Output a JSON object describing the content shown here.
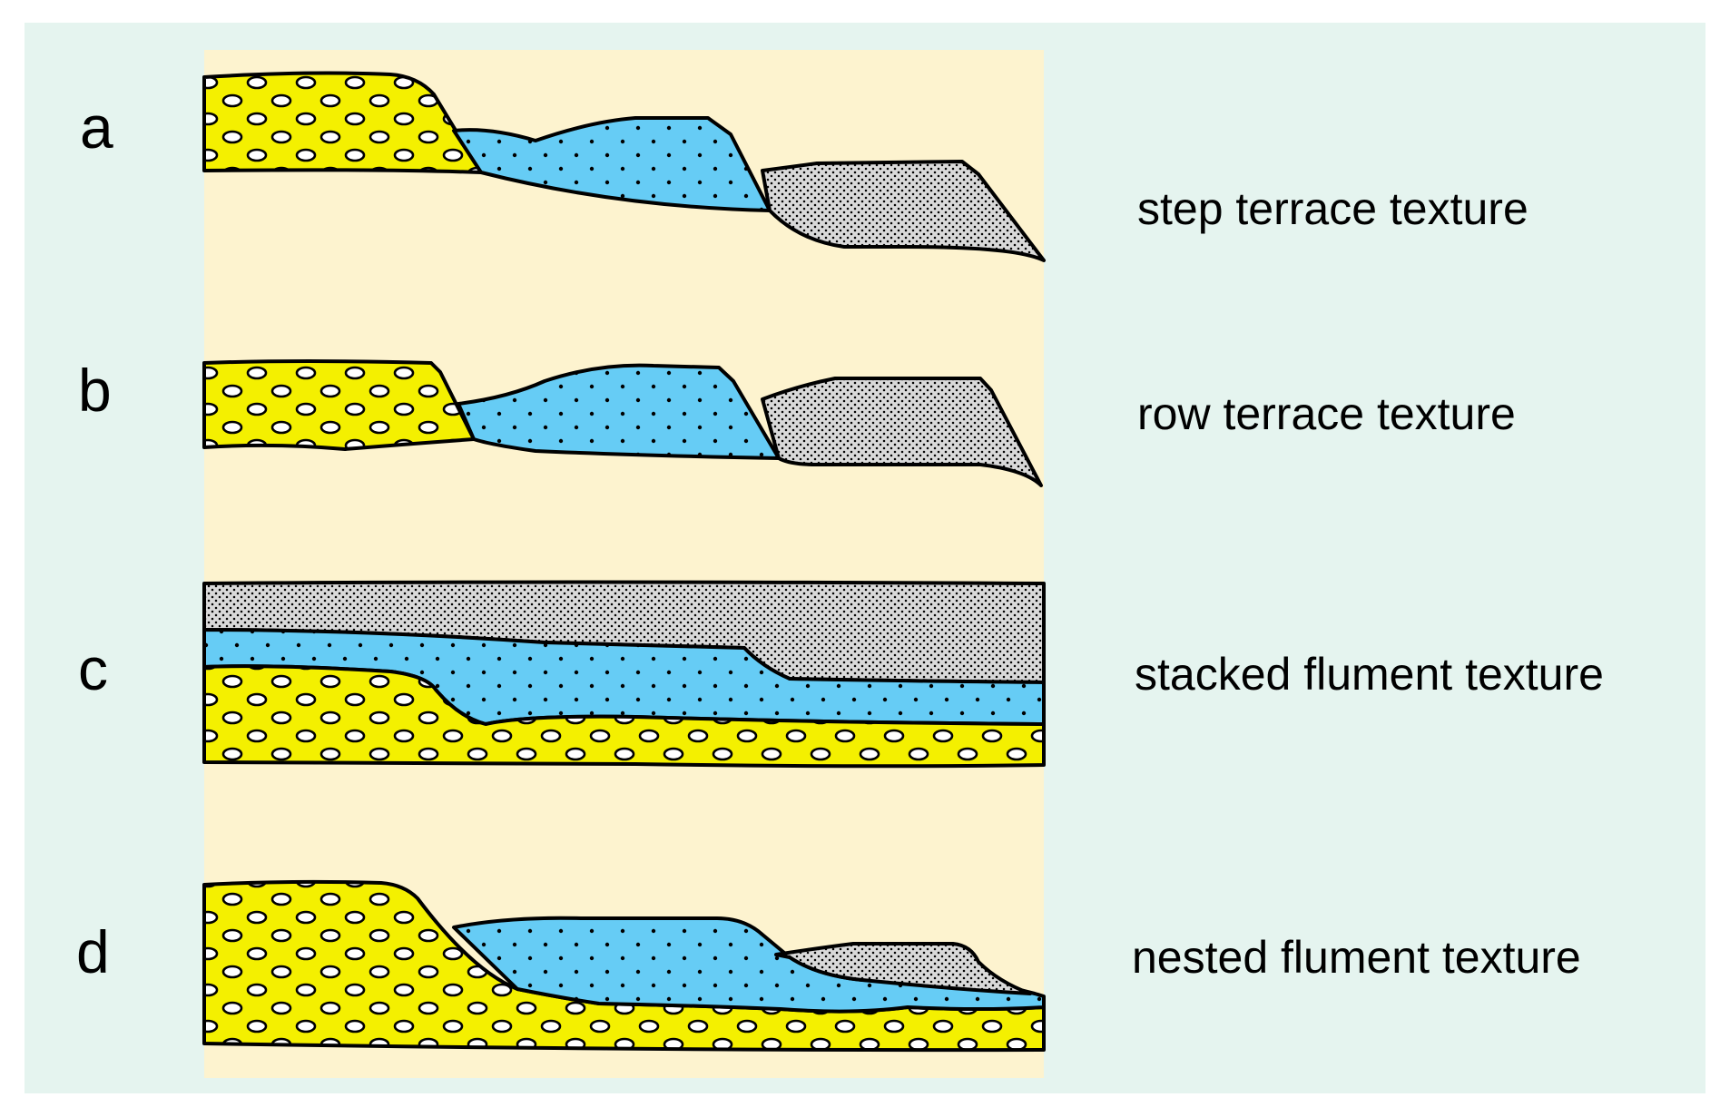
{
  "colors": {
    "panel_background": "#e5f4ef",
    "diagram_background": "#fdf3cf",
    "gravel_layer": "#f4f000",
    "sand_layer": "#66ccf5",
    "silt_layer": "#d9d9d9",
    "outline": "#000000"
  },
  "rows": [
    {
      "letter": "a",
      "caption": "step terrace texture"
    },
    {
      "letter": "b",
      "caption": "row terrace texture"
    },
    {
      "letter": "c",
      "caption": "stacked flument texture"
    },
    {
      "letter": "d",
      "caption": "nested flument texture"
    }
  ]
}
